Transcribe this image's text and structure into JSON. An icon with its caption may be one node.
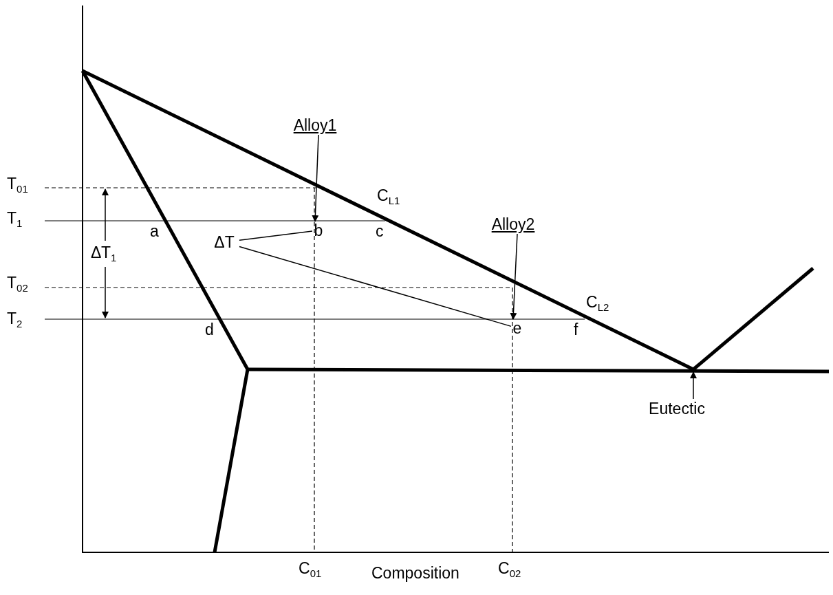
{
  "diagram": {
    "nodes": [
      {
        "text": [
          "Alloy1"
        ]
      },
      {
        "text": [
          "b"
        ]
      },
      {
        "text": [
          "Alloy2"
        ]
      },
      {
        "text": [
          "e"
        ]
      },
      {
        "text": [
          "ΔT"
        ]
      },
      {
        "text": [
          "Eutectic"
        ]
      }
    ],
    "edges": [
      {
        "from": 0,
        "to": 1,
        "arrow": "to"
      },
      {
        "from": 2,
        "to": 3,
        "arrow": "to"
      },
      {
        "from": 4,
        "to": 1,
        "arrow": "none"
      },
      {
        "from": 4,
        "to": 3,
        "arrow": "none"
      },
      {
        "from": 5,
        "to": null,
        "arrow": "to"
      }
    ],
    "labels": [
      "T$_{01}$",
      "C$_{L1}$",
      "T$_{1}$",
      "a",
      "c",
      "Δ",
      "T$_{1}$",
      "T$_{02}$",
      "C$_{L2}$",
      "T$_{2}$",
      "d",
      "f",
      "C$_{01}$",
      "Composition",
      "C$_{02}$"
    ]
  }
}
